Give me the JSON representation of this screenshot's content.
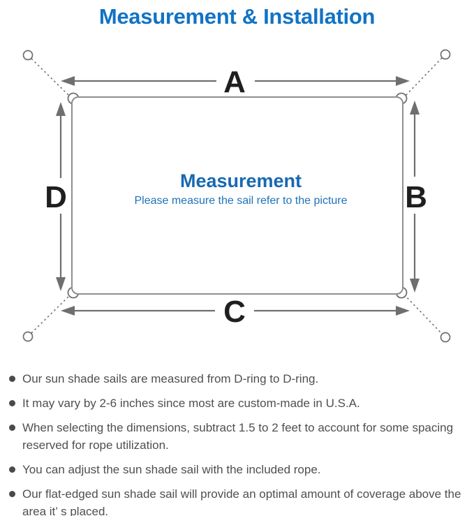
{
  "title": "Measurement & Installation",
  "diagram": {
    "labels": {
      "top": "A",
      "right": "B",
      "bottom": "C",
      "left": "D"
    },
    "center_heading": "Measurement",
    "center_subtitle": "Please measure the sail refer to the picture"
  },
  "notes": {
    "items": [
      "Our sun shade sails are measured from D-ring to D-ring.",
      "It may vary by 2-6 inches since most are custom-made in U.S.A.",
      "When selecting the dimensions, subtract 1.5 to 2 feet to account for some spacing reserved for rope utilization.",
      "You can adjust the sun shade sail with the included rope.",
      "Our flat-edged sun shade sail will provide an optimal amount of coverage above the area it’ s placed."
    ]
  },
  "colors": {
    "title_blue": "#1173c5",
    "heading_blue": "#1769b1",
    "subtitle_blue": "#1f72b8",
    "line_gray": "#6f6f6f",
    "outline_gray": "#8f8f8f",
    "label_black": "#1f1f1f",
    "note_gray": "#4f4f4f"
  }
}
